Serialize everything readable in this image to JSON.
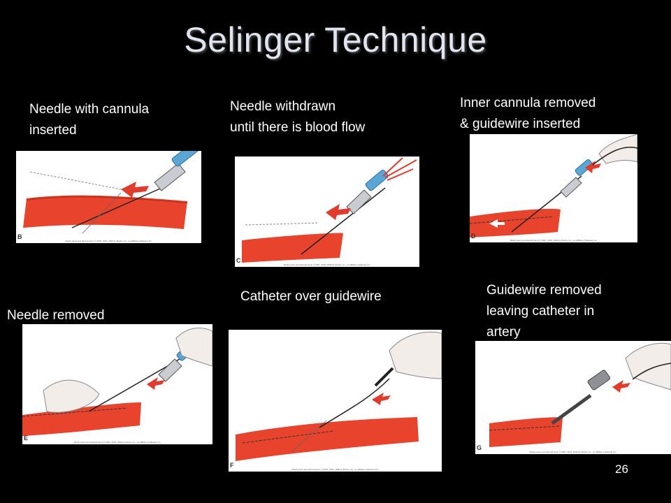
{
  "slide": {
    "title": "Selinger Technique",
    "page_number": "26"
  },
  "steps": [
    {
      "caption": "Needle with cannula\ninserted",
      "letter": "B",
      "credit": "Mosby items and derived items © 2007, 2003, 1999 by Mosby, Inc., an affiliate of Elsevier Inc."
    },
    {
      "caption": "Needle withdrawn\nuntil there is blood flow",
      "letter": "C",
      "credit": "Mosby items and derived items © 2007, 2003, 1999 by Mosby, Inc., an affiliate of Elsevier Inc."
    },
    {
      "caption": "Inner cannula removed\n& guidewire inserted",
      "letter": "D",
      "credit": "Mosby items and derived items © 2007, 2003, 1999 by Mosby, Inc., an affiliate of Elsevier Inc."
    },
    {
      "caption": "Needle removed",
      "letter": "E",
      "credit": "Mosby items and derived items © 2007, 2003, 1999 by Mosby, Inc., an affiliate of Elsevier Inc."
    },
    {
      "caption": "Catheter over guidewire",
      "letter": "F",
      "credit": "Mosby items and derived items © 2007, 2003, 1999 by Mosby, Inc., an affiliate of Elsevier Inc."
    },
    {
      "caption": "Guidewire removed\nleaving catheter in\nartery",
      "letter": "G",
      "credit": "Mosby items and derived items © 2007, 2003, 1999 by Mosby, Inc., an affiliate of Elsevier Inc."
    }
  ],
  "colors": {
    "background": "#000000",
    "artery": "#e8432c",
    "artery_dark": "#c0321f",
    "arrow": "#e23a2b",
    "hub": "#5aa7d6",
    "wing": "#c9cdd2",
    "skin": "#f2ede8"
  }
}
